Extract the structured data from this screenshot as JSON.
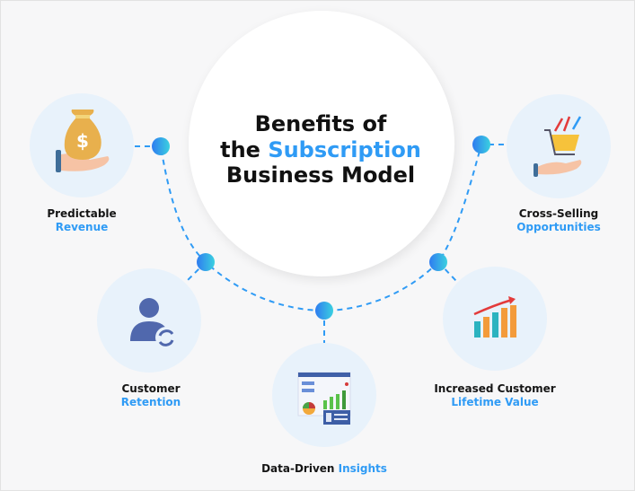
{
  "title": {
    "line1": "Benefits of",
    "line2_prefix": "the ",
    "line2_highlight": "Subscription",
    "line3": "Business Model"
  },
  "benefits": [
    {
      "line1": "Predictable",
      "line2": "Revenue",
      "icon": "money-bag-hand-icon"
    },
    {
      "line1": "Customer",
      "line2": "Retention",
      "icon": "user-refresh-icon"
    },
    {
      "line1": "Data-Driven ",
      "line2": "Insights",
      "icon": "dashboard-analytics-icon"
    },
    {
      "line1": "Increased Customer",
      "line2": "Lifetime Value",
      "icon": "growth-bar-chart-icon"
    },
    {
      "line1": "Cross-Selling",
      "line2": "Opportunities",
      "icon": "cart-hand-icon"
    }
  ],
  "colors": {
    "accent": "#2f9bf5",
    "circle_bg": "#e8f2fb",
    "page_bg": "#f7f7f8"
  }
}
